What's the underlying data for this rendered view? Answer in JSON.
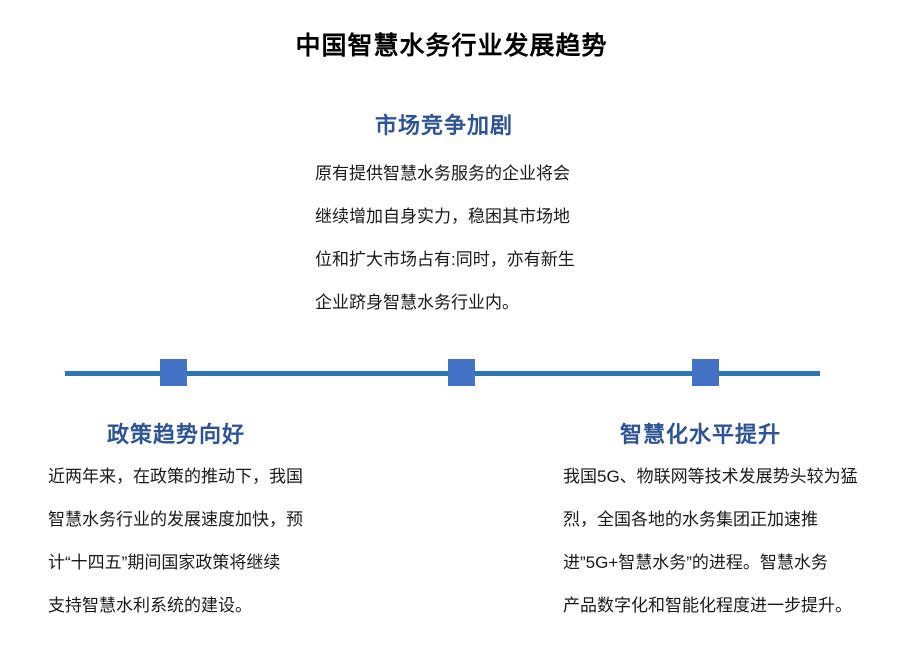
{
  "title": "中国智慧水务行业发展趋势",
  "colors": {
    "heading_blue": "#2F5496",
    "timeline_line": "#2E75B6",
    "timeline_node": "#4472C4",
    "body_text": "#1a1a1a",
    "background": "#ffffff"
  },
  "timeline": {
    "node_count": 3
  },
  "sections": {
    "market": {
      "heading": "市场竞争加剧",
      "lines": [
        "原有提供智慧水务服务的企业将会",
        "继续增加自身实力，稳困其市场地",
        "位和扩大市场占有:同时，亦有新生",
        "企业跻身智慧水务行业内。"
      ],
      "text": "原有提供智慧水务服务的企业将会继续增加自身实力，稳困其市场地位和扩大市场占有:同时，亦有新生企业跻身智慧水务行业内。"
    },
    "policy": {
      "heading": "政策趋势向好",
      "lines": [
        "近两年来，在政策的推动下，我国",
        "智慧水务行业的发展速度加快，预",
        "计“十四五”期间国家政策将继续",
        "支持智慧水利系统的建设。"
      ],
      "text": "近两年来，在政策的推动下，我国智慧水务行业的发展速度加快，预计“十四五”期间国家政策将继续支持智慧水利系统的建设。"
    },
    "smart": {
      "heading": "智慧化水平提升",
      "lines": [
        "我国5G、物联网等技术发展势头较为猛",
        "烈，全国各地的水务集团正加速推",
        "进”5G+智慧水务”的进程。智慧水务",
        "产品数字化和智能化程度进一步提升。"
      ],
      "text": "我国5G、物联网等技术发展势头较为猛烈，全国各地的水务集团正加速推进”5G+智慧水务”的进程。智慧水务产品数字化和智能化程度进一步提升。"
    }
  }
}
